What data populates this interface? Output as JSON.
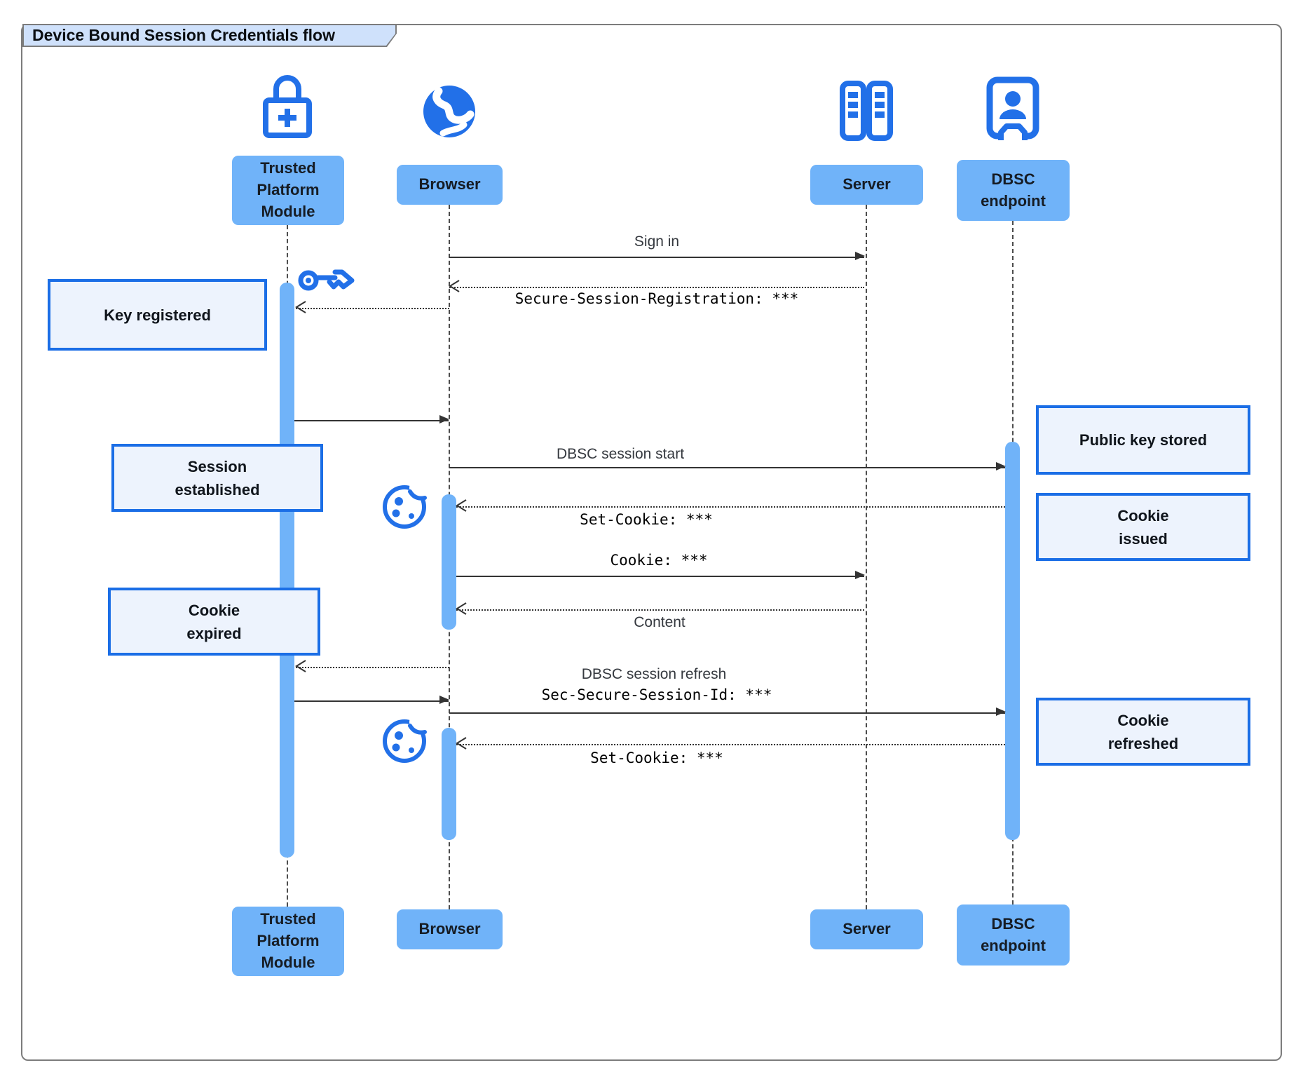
{
  "title": "Device Bound Session Credentials flow",
  "colors": {
    "accent": "#2270e8",
    "fill-blue": "#70b3f9",
    "note-fill": "#edf3fd",
    "note-border": "#1b6ee6",
    "tab-fill": "#cfe1fb",
    "frame": "#7c7c7c",
    "line": "#333333",
    "msg-text": "#35393f",
    "label-text": "#161c24"
  },
  "actors": [
    {
      "id": "tpm",
      "label": "Trusted\nPlatform\nModule",
      "icon": "lock-plus-icon"
    },
    {
      "id": "browser",
      "label": "Browser",
      "icon": "globe-icon"
    },
    {
      "id": "server",
      "label": "Server",
      "icon": "server-rack-icon"
    },
    {
      "id": "dbsc",
      "label": "DBSC\nendpoint",
      "icon": "door-person-icon"
    }
  ],
  "notes": {
    "key_registered": "Key registered",
    "session_established": "Session\nestablished",
    "cookie_expired": "Cookie\nexpired",
    "public_key_stored": "Public key stored",
    "cookie_issued": "Cookie\nissued",
    "cookie_refreshed": "Cookie\nrefreshed"
  },
  "messages": {
    "sign_in": "Sign in",
    "secure_session_registration": "Secure-Session-Registration: ***",
    "dbsc_session_start": "DBSC session start",
    "set_cookie_1": "Set-Cookie: ***",
    "cookie": "Cookie: ***",
    "content": "Content",
    "dbsc_session_refresh": "DBSC session refresh",
    "sec_secure_session_id": "Sec-Secure-Session-Id: ***",
    "set_cookie_2": "Set-Cookie: ***"
  }
}
